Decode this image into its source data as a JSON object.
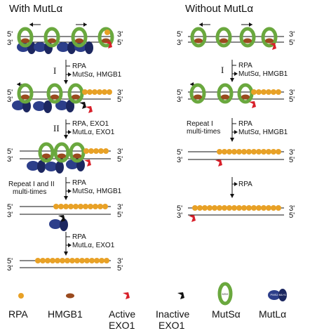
{
  "headers": {
    "left": "With MutLα",
    "right": "Without MutLα"
  },
  "ends": {
    "p5": "5'",
    "p3": "3'"
  },
  "roman": {
    "one": "I",
    "two": "II"
  },
  "left_steps": {
    "s1_a": "RPA",
    "s1_b": "MutSα, HMGB1",
    "s2_a": "RPA, EXO1",
    "s2_b": "MutLα, EXO1",
    "s3_a": "Repeat I and II",
    "s3_b": "multi-times",
    "s3_c": "RPA",
    "s3_d": "MutSα, HMGB1",
    "s4_a": "RPA",
    "s4_b": "MutLα, EXO1"
  },
  "right_steps": {
    "s1_a": "RPA",
    "s1_b": "MutSα, HMGB1",
    "s2_a": "Repeat I",
    "s2_b": "multi-times",
    "s2_c": "RPA",
    "s2_d": "MutSα, HMGB1",
    "s3_a": "RPA"
  },
  "legend": {
    "rpa": "RPA",
    "hmgb1": "HMGB1",
    "active_exo1_1": "Active",
    "active_exo1_2": "EXO1",
    "inactive_exo1_1": "Inactive",
    "inactive_exo1_2": "EXO1",
    "mutsa": "MutSα",
    "mutla": "MutLα",
    "mutla_icon_pms2": "PMS2",
    "mutla_icon_mlh1": "MLH1",
    "mutsa_icon_text": "MSH"
  },
  "colors": {
    "mutsa_green": "#6aa83e",
    "rpa_orange": "#e8a126",
    "hmgb1_brown": "#9a4a1e",
    "exo1_red": "#d8202a",
    "mutla_blue": "#23306e"
  }
}
